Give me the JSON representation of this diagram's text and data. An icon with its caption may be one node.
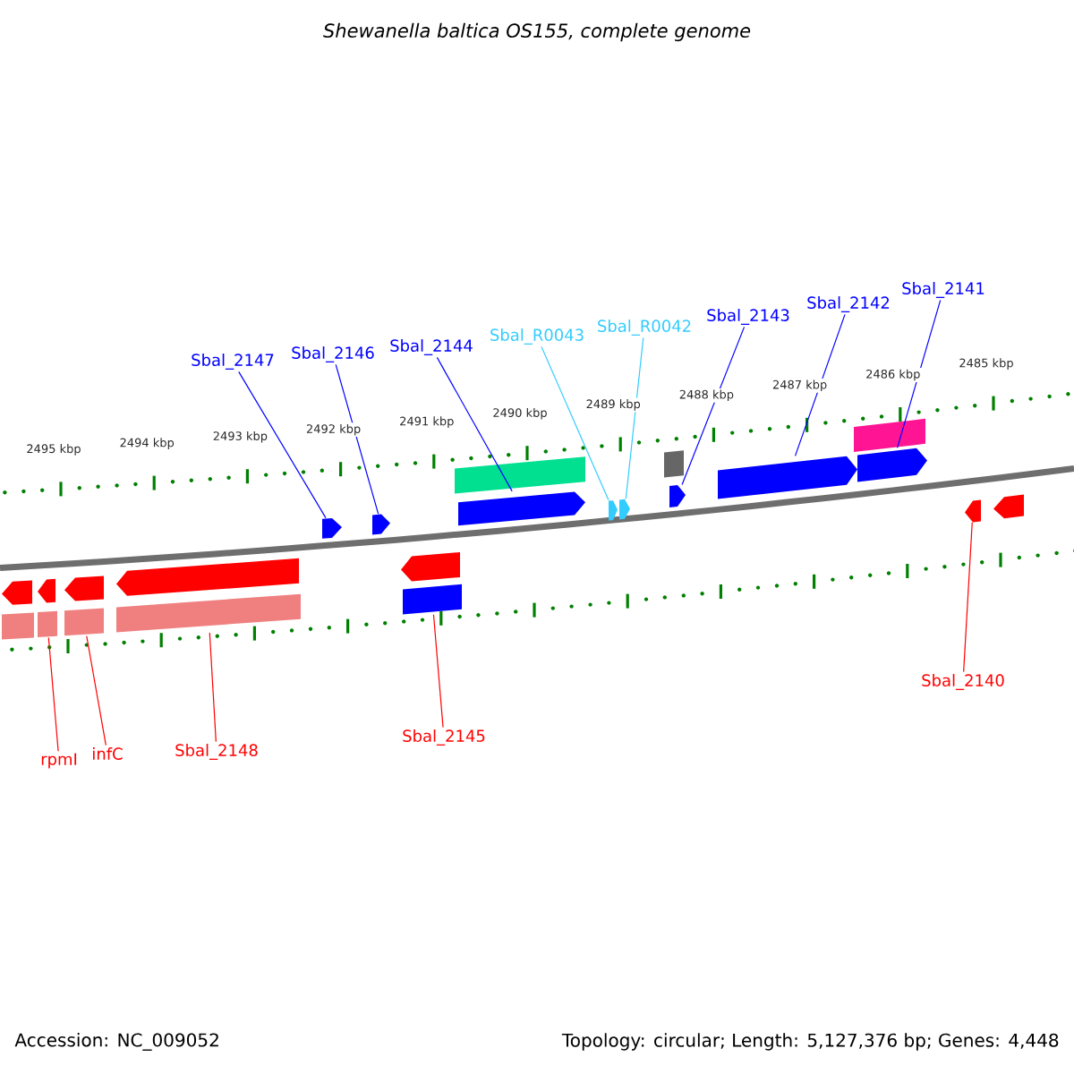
{
  "diagram": {
    "title": "*Shewanella baltica* *OS155, complete genome*",
    "nodes": [
      {
        "text": [
          "Sbal_2147"
        ]
      },
      {
        "text": [
          "Sbal_2146"
        ]
      },
      {
        "text": [
          "Sbal_2144"
        ]
      },
      {
        "text": [
          "Sbal_R0043"
        ]
      },
      {
        "text": [
          "Sbal_R0042"
        ]
      },
      {
        "text": [
          "Sbal_2143"
        ]
      },
      {
        "text": [
          "Sbal_2142"
        ]
      },
      {
        "text": [
          "Sbal_2141"
        ]
      },
      {
        "text": [
          "Sbal_2140"
        ]
      },
      {
        "text": [
          "Sbal_2145"
        ]
      },
      {
        "text": [
          "Sbal_2148"
        ]
      },
      {
        "text": [
          "infC"
        ]
      },
      {
        "text": [
          "rpmI"
        ]
      },
      {
        "text": [],
        "shape": "pentagon"
      },
      {
        "text": [],
        "shape": "bar"
      },
      {
        "text": [],
        "shape": "pentagon"
      },
      {
        "text": [],
        "shape": "bar"
      },
      {
        "text": [],
        "shape": "pentagon"
      },
      {
        "text": [],
        "shape": "bar"
      },
      {
        "text": [],
        "shape": "pentagon"
      },
      {
        "text": [],
        "shape": "bar"
      },
      {
        "text": [],
        "shape": "pentagon"
      },
      {
        "text": [],
        "shape": "pentagon"
      },
      {
        "text": [],
        "shape": "pentagon"
      },
      {
        "text": [],
        "shape": "bar"
      },
      {
        "text": [],
        "shape": "bar"
      },
      {
        "text": [],
        "shape": "pentagon"
      },
      {
        "text": [],
        "shape": "pentagon"
      },
      {
        "text": [],
        "shape": "pentagon"
      },
      {
        "text": [],
        "shape": "bar"
      },
      {
        "text": [],
        "shape": "pentagon"
      },
      {
        "text": [],
        "shape": "pentagon"
      },
      {
        "text": [],
        "shape": "bar"
      },
      {
        "text": [],
        "shape": "pentagon"
      },
      {
        "text": [],
        "shape": "pentagon"
      },
      {
        "text": [],
        "shape": "pentagon"
      }
    ],
    "edges": [
      {
        "from": 0,
        "to": 21,
        "arrow": "none"
      },
      {
        "from": 1,
        "to": 22,
        "arrow": "none"
      },
      {
        "from": 2,
        "to": 26,
        "arrow": "none"
      },
      {
        "from": 3,
        "to": 27,
        "arrow": "none",
        "color": "#33ccff"
      },
      {
        "from": 4,
        "to": 28,
        "arrow": "none",
        "color": "#33ccff"
      },
      {
        "from": 5,
        "to": 30,
        "arrow": "none"
      },
      {
        "from": 6,
        "to": 31,
        "arrow": "none"
      },
      {
        "from": 7,
        "to": 33,
        "arrow": "none"
      },
      {
        "from": 8,
        "to": 34,
        "arrow": "none",
        "color": "#ff0000"
      },
      {
        "from": 9,
        "to": 24,
        "arrow": "none",
        "color": "#ff0000"
      },
      {
        "from": 10,
        "to": 20,
        "arrow": "none",
        "color": "#ff0000"
      },
      {
        "from": 11,
        "to": 18,
        "arrow": "none",
        "color": "#ff0000"
      },
      {
        "from": 12,
        "to": 16,
        "arrow": "none",
        "color": "#ff0000"
      }
    ],
    "labels": [
      "2485 kbp",
      "2486 kbp",
      "2487 kbp",
      "2488 kbp",
      "2489 kbp",
      "2490 kbp",
      "2491 kbp",
      "2492 kbp",
      "2493 kbp",
      "2494 kbp",
      "2495 kbp",
      "Accession: NC_009052",
      "Topology: circular; Length: 5,127,376 bp; Genes: 4,448"
    ]
  }
}
